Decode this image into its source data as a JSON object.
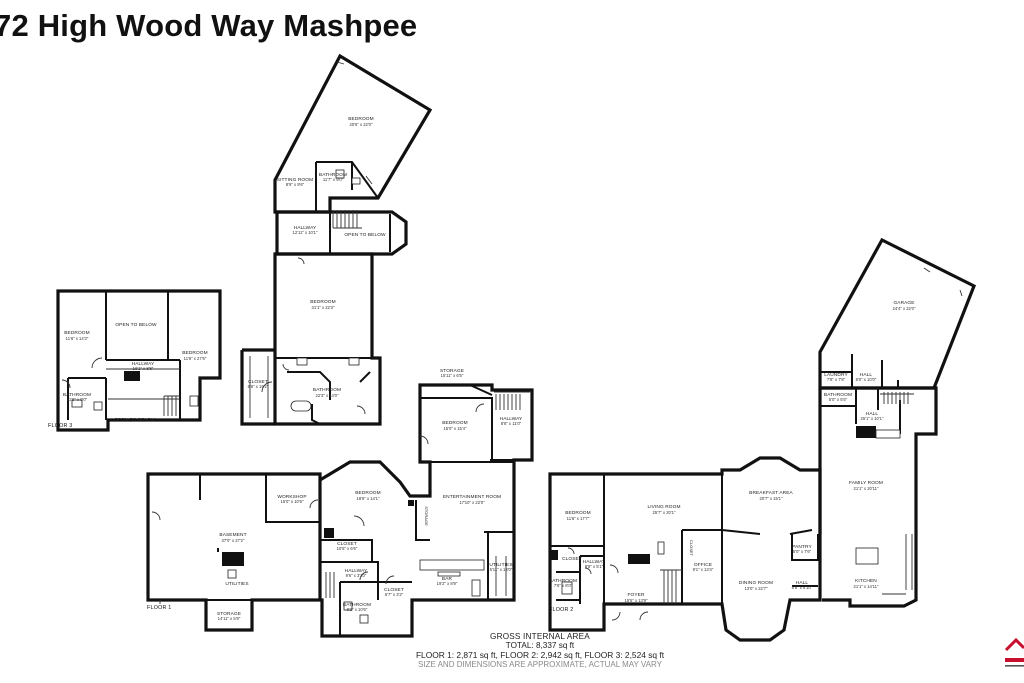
{
  "title": "72 High Wood Way Mashpee",
  "floor_labels": {
    "floor1": "FLOOR 1",
    "floor2": "FLOOR 2",
    "floor3": "FLOOR 3"
  },
  "rooms": {
    "f3_bedroom_a": {
      "name": "BEDROOM",
      "dims": "11'6\" x 14'3\""
    },
    "f3_open_top": {
      "name": "OPEN TO BELOW"
    },
    "f3_bedroom_b": {
      "name": "BEDROOM",
      "dims": "11'6\" x 27'6\""
    },
    "f3_hallway": {
      "name": "HALLWAY",
      "dims": "16'1\" x 8'8\""
    },
    "f3_bathroom": {
      "name": "BATHROOM",
      "dims": "11'6\" x 9'0\""
    },
    "f3_open_bottom": {
      "name": "OPEN TO BELOW"
    },
    "up_bedroom_top": {
      "name": "BEDROOM",
      "dims": "20'6\" x 22'0\""
    },
    "up_sitting": {
      "name": "SITTING ROOM",
      "dims": "8'9\" x 9'6\""
    },
    "up_bathroom_small": {
      "name": "BATHROOM",
      "dims": "11'7\" x 9'0\""
    },
    "up_hallway": {
      "name": "HALLWAY",
      "dims": "12'11\" x 10'1\""
    },
    "up_open_below": {
      "name": "OPEN TO BELOW"
    },
    "up_bedroom_main": {
      "name": "BEDROOM",
      "dims": "31'1\" x 22'3\""
    },
    "up_closet": {
      "name": "CLOSET",
      "dims": "6'6\" x 19'2\""
    },
    "up_bathroom_master": {
      "name": "BATHROOM",
      "dims": "22'3\" x 14'0\""
    },
    "f1_storage_top": {
      "name": "STORAGE",
      "dims": "15'11\" x 6'5\""
    },
    "f1_bedroom_upper": {
      "name": "BEDROOM",
      "dims": "15'0\" x 15'4\""
    },
    "f1_hallway_right": {
      "name": "HALLWAY",
      "dims": "8'8\" x 11'0\""
    },
    "f1_workshop": {
      "name": "WORKSHOP",
      "dims": "15'0\" x 10'6\""
    },
    "f1_basement": {
      "name": "BASEMENT",
      "dims": "37'0\" x 27'2\""
    },
    "f1_utilities_left": {
      "name": "UTILITIES"
    },
    "f1_storage_bottom": {
      "name": "STORAGE",
      "dims": "14'11\" x 5'9\""
    },
    "f1_bedroom_mid": {
      "name": "BEDROOM",
      "dims": "18'6\" x 14'1\""
    },
    "f1_storage_vertical": {
      "name": "STORAGE"
    },
    "f1_entertainment": {
      "name": "ENTERTAINMENT ROOM",
      "dims": "17'10\" x 22'0\""
    },
    "f1_closet_a": {
      "name": "CLOSET",
      "dims": "10'6\" x 6'6\""
    },
    "f1_hallway_lower": {
      "name": "HALLWAY",
      "dims": "9'6\" x 3'10\""
    },
    "f1_bathroom": {
      "name": "BATHROOM",
      "dims": "8'2\" x 10'6\""
    },
    "f1_closet_b": {
      "name": "CLOSET",
      "dims": "6'7\" x 3'2\""
    },
    "f1_bar": {
      "name": "BAR",
      "dims": "19'2\" x 8'9\""
    },
    "f1_utilities_right": {
      "name": "UTILITIES",
      "dims": "5'11\" x 13'0\""
    },
    "f2_garage": {
      "name": "GARAGE",
      "dims": "24'4\" x 22'0\""
    },
    "f2_laundry": {
      "name": "LAUNDRY",
      "dims": "7'8\" x 7'8\""
    },
    "f2_hall_top": {
      "name": "HALL",
      "dims": "8'0\" x 10'0\""
    },
    "f2_bathroom_right": {
      "name": "BATHROOM",
      "dims": "5'0\" x 5'5\""
    },
    "f2_hall_right": {
      "name": "HALL",
      "dims": "25'1\" x 10'1\""
    },
    "f2_bedroom": {
      "name": "BEDROOM",
      "dims": "11'6\" x 17'7\""
    },
    "f2_living": {
      "name": "LIVING ROOM",
      "dims": "25'7\" x 20'1\""
    },
    "f2_breakfast": {
      "name": "BREAKFAST AREA",
      "dims": "20'7\" x 15'1\""
    },
    "f2_family": {
      "name": "FAMILY ROOM",
      "dims": "21'1\" x 20'11\""
    },
    "f2_closet_a": {
      "name": "CLOSET"
    },
    "f2_hallway": {
      "name": "HALLWAY",
      "dims": "8'8\" x 5'1\""
    },
    "f2_bathroom_left": {
      "name": "BATHROOM",
      "dims": "7'6\" x 8'0\""
    },
    "f2_foyer": {
      "name": "FOYER",
      "dims": "15'5\" x 13'9\""
    },
    "f2_closet_b": {
      "name": "CLOSET"
    },
    "f2_office": {
      "name": "OFFICE",
      "dims": "9'1\" x 13'4\""
    },
    "f2_dining": {
      "name": "DINING ROOM",
      "dims": "13'0\" x 22'7\""
    },
    "f2_pantry": {
      "name": "PANTRY",
      "dims": "5'0\" x 7'6\""
    },
    "f2_hall_bottom": {
      "name": "HALL",
      "dims": "6'6\" x 6'10\""
    },
    "f2_kitchen": {
      "name": "KITCHEN",
      "dims": "21'1\" x 14'11\""
    }
  },
  "area_summary": {
    "heading": "GROSS INTERNAL AREA",
    "total": "TOTAL: 8,337 sq ft",
    "breakdown": "FLOOR 1: 2,871 sq ft, FLOOR 2: 2,942 sq ft, FLOOR 3: 2,524 sq ft",
    "note": "SIZE AND DIMENSIONS ARE APPROXIMATE, ACTUAL MAY VARY"
  },
  "colors": {
    "wall": "#111111",
    "logo_accent": "#c8102e"
  }
}
